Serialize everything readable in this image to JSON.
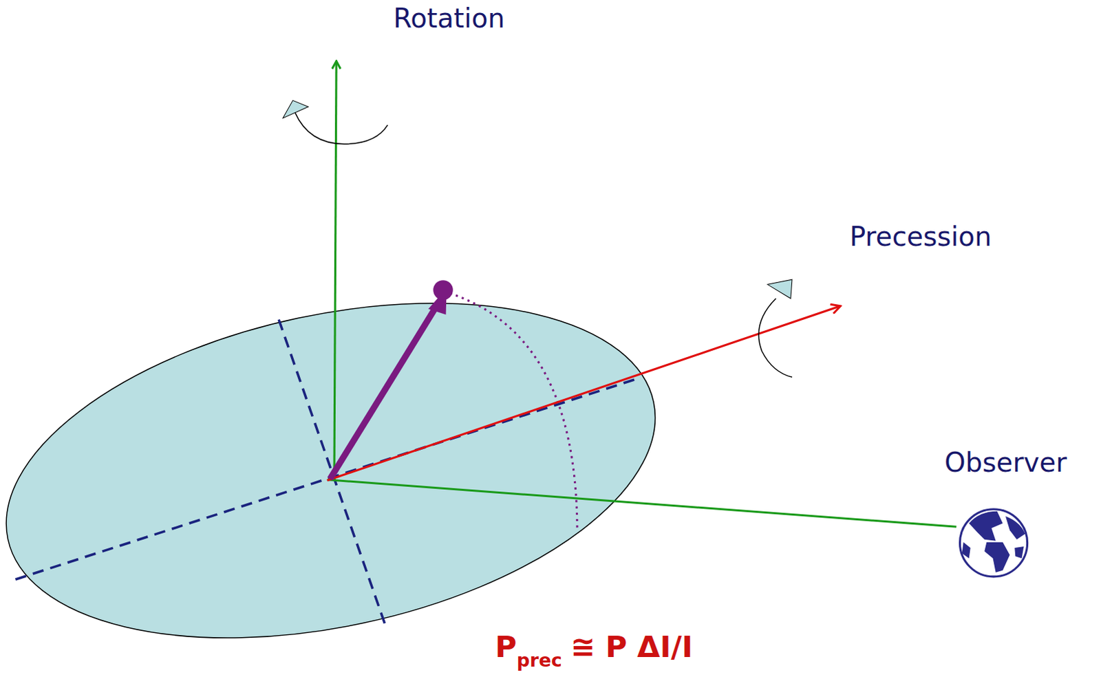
{
  "diagram": {
    "labels": [
      "Rotation",
      "Precession",
      "Observer",
      "P",
      "prec",
      "≅ P ΔI/I"
    ]
  }
}
